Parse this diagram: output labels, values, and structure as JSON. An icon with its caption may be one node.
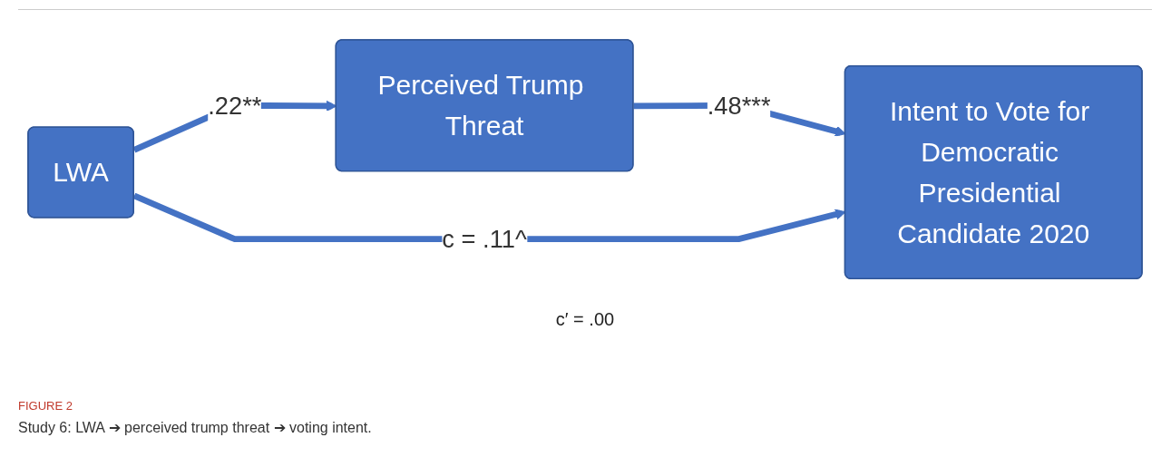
{
  "diagram": {
    "title": "FIGURE 2",
    "caption": "Study 6: LWA ➔ perceived trump threat ➔ voting intent.",
    "nodes": [
      {
        "text": [
          "Perceived Trump Threat"
        ]
      },
      {
        "text": [
          "LWA"
        ]
      },
      {
        "text": [
          "Intent to Vote for Democratic Presidential Candidate 2020"
        ]
      }
    ],
    "edges": [
      {
        "from": 1,
        "to": 0,
        "arrow": "to",
        "label": ".22**"
      },
      {
        "from": 0,
        "to": 2,
        "arrow": "to",
        "label": ".48***"
      },
      {
        "from": 1,
        "to": 2,
        "arrow": "to",
        "label": "c = .11^"
      }
    ],
    "labels": [
      "c′ = .00"
    ]
  }
}
